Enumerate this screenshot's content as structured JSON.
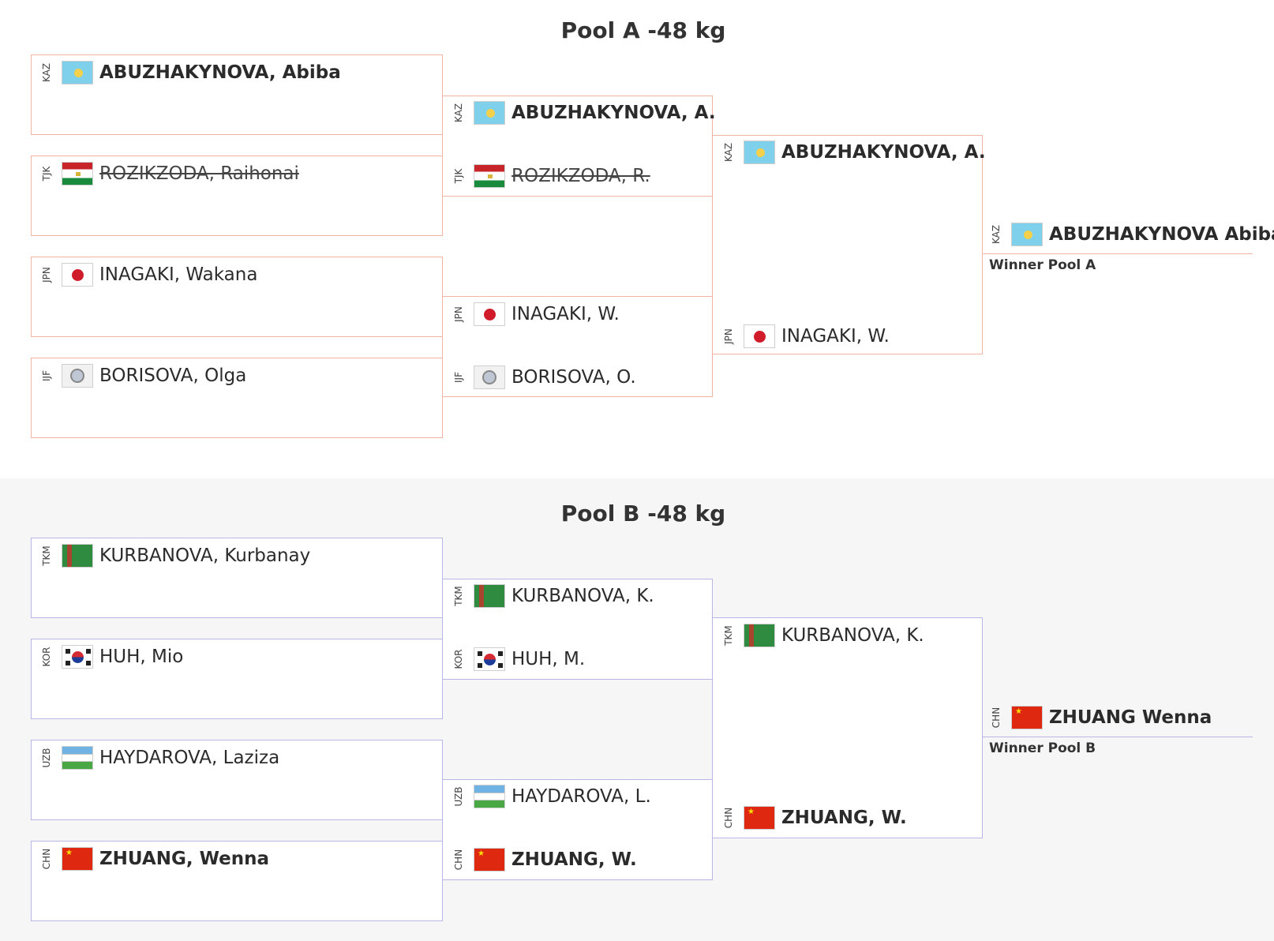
{
  "pools": [
    {
      "title": "Pool A -48 kg",
      "round1": [
        {
          "code": "KAZ",
          "flag": "flag-kaz",
          "name": "ABUZHAKYNOVA, Abiba",
          "style": "winner"
        },
        {
          "code": "TJK",
          "flag": "flag-tjk",
          "name": "ROZIKZODA, Raihonai",
          "style": "eliminated"
        },
        {
          "code": "JPN",
          "flag": "flag-jpn",
          "name": "INAGAKI, Wakana",
          "style": "normal"
        },
        {
          "code": "IJF",
          "flag": "flag-ijf",
          "name": "BORISOVA, Olga",
          "style": "normal"
        }
      ],
      "round2": [
        {
          "top": {
            "code": "KAZ",
            "flag": "flag-kaz",
            "name": "ABUZHAKYNOVA, A.",
            "style": "winner"
          },
          "bottom": {
            "code": "TJK",
            "flag": "flag-tjk",
            "name": "ROZIKZODA, R.",
            "style": "eliminated"
          }
        },
        {
          "top": {
            "code": "JPN",
            "flag": "flag-jpn",
            "name": "INAGAKI, W.",
            "style": "normal"
          },
          "bottom": {
            "code": "IJF",
            "flag": "flag-ijf",
            "name": "BORISOVA, O.",
            "style": "normal"
          }
        }
      ],
      "round3": {
        "top": {
          "code": "KAZ",
          "flag": "flag-kaz",
          "name": "ABUZHAKYNOVA, A.",
          "style": "winner"
        },
        "bottom": {
          "code": "JPN",
          "flag": "flag-jpn",
          "name": "INAGAKI, W.",
          "style": "normal"
        }
      },
      "winner": {
        "code": "KAZ",
        "flag": "flag-kaz",
        "name": "ABUZHAKYNOVA Abiba",
        "label": "Winner Pool A"
      }
    },
    {
      "title": "Pool B -48 kg",
      "round1": [
        {
          "code": "TKM",
          "flag": "flag-tkm",
          "name": "KURBANOVA, Kurbanay",
          "style": "normal"
        },
        {
          "code": "KOR",
          "flag": "flag-kor",
          "name": "HUH, Mio",
          "style": "normal"
        },
        {
          "code": "UZB",
          "flag": "flag-uzb",
          "name": "HAYDAROVA, Laziza",
          "style": "normal"
        },
        {
          "code": "CHN",
          "flag": "flag-chn",
          "name": "ZHUANG, Wenna",
          "style": "winner"
        }
      ],
      "round2": [
        {
          "top": {
            "code": "TKM",
            "flag": "flag-tkm",
            "name": "KURBANOVA, K.",
            "style": "normal"
          },
          "bottom": {
            "code": "KOR",
            "flag": "flag-kor",
            "name": "HUH, M.",
            "style": "normal"
          }
        },
        {
          "top": {
            "code": "UZB",
            "flag": "flag-uzb",
            "name": "HAYDAROVA, L.",
            "style": "normal"
          },
          "bottom": {
            "code": "CHN",
            "flag": "flag-chn",
            "name": "ZHUANG, W.",
            "style": "winner"
          }
        }
      ],
      "round3": {
        "top": {
          "code": "TKM",
          "flag": "flag-tkm",
          "name": "KURBANOVA, K.",
          "style": "normal"
        },
        "bottom": {
          "code": "CHN",
          "flag": "flag-chn",
          "name": "ZHUANG, W.",
          "style": "winner"
        }
      },
      "winner": {
        "code": "CHN",
        "flag": "flag-chn",
        "name": "ZHUANG Wenna",
        "label": "Winner Pool B"
      }
    }
  ]
}
